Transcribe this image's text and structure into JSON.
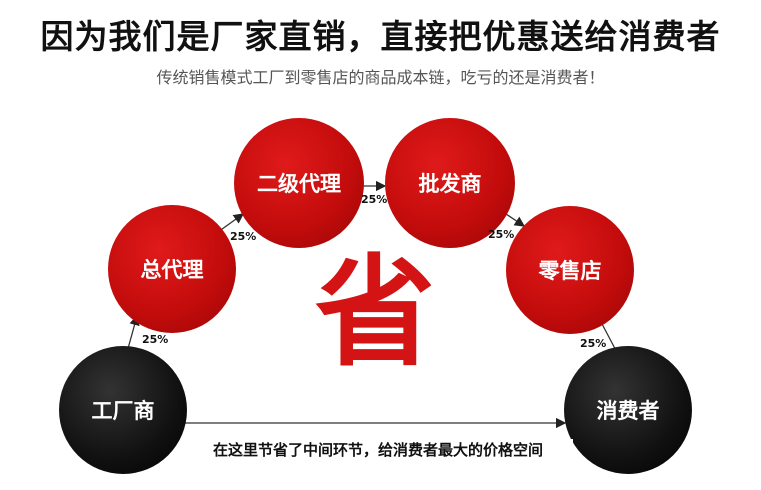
{
  "header": {
    "title": "因为我们是厂家直销，直接把优惠送给消费者",
    "subtitle": "传统销售模式工厂到零售店的商品成本链，吃亏的还是消费者！"
  },
  "nodes": {
    "factory": "工厂商",
    "general_agent": "总代理",
    "second_agent": "二级代理",
    "wholesaler": "批发商",
    "retailer": "零售店",
    "consumer": "消费者"
  },
  "markups": {
    "factory_to_general": "25%",
    "general_to_second": "25%",
    "second_to_wholesaler": "25%",
    "wholesaler_to_retailer": "25%",
    "retailer_to_consumer": "25%"
  },
  "center_char": "省",
  "bottom_note": "在这里节省了中间环节，给消费者最大的价格空间",
  "colors": {
    "red": "#c40c0c",
    "black": "#111111",
    "accent": "#d41414"
  }
}
